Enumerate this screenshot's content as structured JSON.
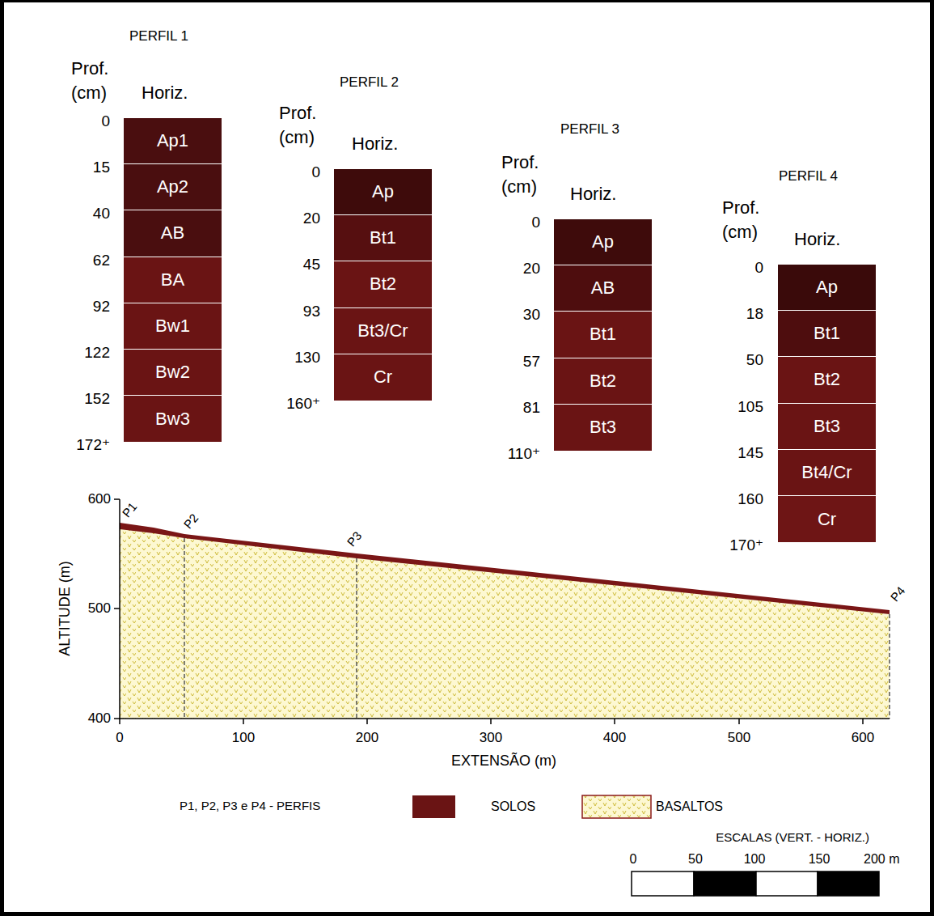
{
  "diagram": {
    "nodes": [
      {
        "text": [
          "Ap1"
        ]
      },
      {
        "text": [
          "Ap2"
        ]
      },
      {
        "text": [
          "AB"
        ]
      },
      {
        "text": [
          "BA"
        ]
      },
      {
        "text": [
          "Bw1"
        ]
      },
      {
        "text": [
          "Bw2"
        ]
      },
      {
        "text": [
          "Bw3"
        ]
      },
      {
        "text": [
          "Ap"
        ]
      },
      {
        "text": [
          "Bt1"
        ]
      },
      {
        "text": [
          "Bt2"
        ]
      },
      {
        "text": [
          "Bt3/Cr"
        ]
      },
      {
        "text": [
          "Cr"
        ]
      },
      {
        "text": [
          "Ap"
        ]
      },
      {
        "text": [
          "AB"
        ]
      },
      {
        "text": [
          "Bt1"
        ]
      },
      {
        "text": [
          "Bt2"
        ]
      },
      {
        "text": [
          "Bt3"
        ]
      },
      {
        "text": [
          "Ap"
        ]
      },
      {
        "text": [
          "Bt1"
        ]
      },
      {
        "text": [
          "Bt2"
        ]
      },
      {
        "text": [
          "Bt3"
        ]
      },
      {
        "text": [
          "Bt4/Cr"
        ]
      },
      {
        "text": [
          "Cr"
        ]
      }
    ],
    "labels": [
      "PERFIL 1",
      "Prof. (cm)",
      "Horiz.",
      "0",
      "15",
      "40",
      "62",
      "92",
      "122",
      "152",
      "172⁺",
      "PERFIL 2",
      "Prof. (cm)",
      "Horiz.",
      "0",
      "20",
      "45",
      "93",
      "130",
      "160⁺",
      "PERFIL 3",
      "Prof. (cm)",
      "Horiz.",
      "0",
      "20",
      "30",
      "57",
      "81",
      "110⁺",
      "PERFIL 4",
      "Prof. (cm)",
      "Horiz.",
      "0",
      "18",
      "50",
      "105",
      "145",
      "160",
      "170⁺",
      "600",
      "500",
      "400",
      "ALTITUDE (m)",
      "0",
      "100",
      "200",
      "300",
      "400",
      "500",
      "600",
      "EXTENSÃO (m)",
      "P1",
      "P2",
      "P3",
      "P4",
      "P1, P2, P3 e P4 - PERFIS",
      "ESCALAS (VERT. - HORIZ.)",
      "0",
      "50",
      "100",
      "150",
      "200 m"
    ],
    "legend": [
      {
        "text": "SOLOS",
        "color": "#6a1414"
      },
      {
        "text": "BASALTOS"
      }
    ]
  }
}
